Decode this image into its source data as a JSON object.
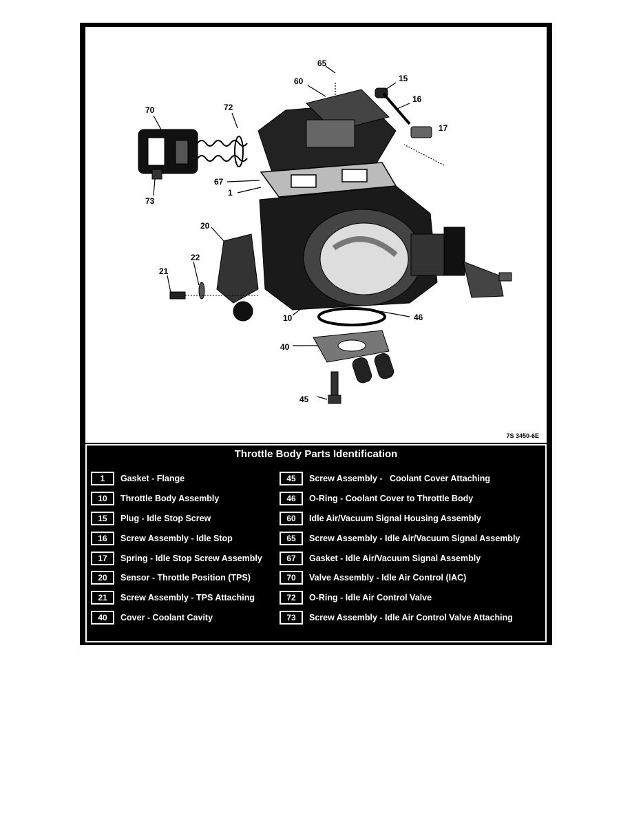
{
  "figure": {
    "code": "7S 3450-6E",
    "callouts": [
      "65",
      "15",
      "60",
      "16",
      "70",
      "72",
      "17",
      "67",
      "1",
      "73",
      "20",
      "22",
      "21",
      "46",
      "10",
      "40",
      "45"
    ]
  },
  "table": {
    "title": "Throttle Body Parts Identification",
    "left": [
      {
        "num": "1",
        "desc": "Gasket - Flange"
      },
      {
        "num": "10",
        "desc": "Throttle Body Assembly"
      },
      {
        "num": "15",
        "desc": "Plug - Idle Stop Screw"
      },
      {
        "num": "16",
        "desc": "Screw Assembly - Idle Stop"
      },
      {
        "num": "17",
        "desc": "Spring - Idle Stop Screw Assembly"
      },
      {
        "num": "20",
        "desc": "Sensor - Throttle Position (TPS)"
      },
      {
        "num": "21",
        "desc": "Screw Assembly - TPS Attaching"
      },
      {
        "num": "40",
        "desc": "Cover - Coolant Cavity"
      }
    ],
    "right": [
      {
        "num": "45",
        "desc": "Screw Assembly -   Coolant Cover Attaching"
      },
      {
        "num": "46",
        "desc": "O-Ring - Coolant Cover to Throttle Body"
      },
      {
        "num": "60",
        "desc": "Idle Air/Vacuum Signal Housing Assembly"
      },
      {
        "num": "65",
        "desc": "Screw Assembly - Idle Air/Vacuum Signal Assembly"
      },
      {
        "num": "67",
        "desc": "Gasket - Idle Air/Vacuum Signal Assembly"
      },
      {
        "num": "70",
        "desc": "Valve Assembly - Idle Air Control (IAC)"
      },
      {
        "num": "72",
        "desc": "O-Ring - Idle Air Control Valve"
      },
      {
        "num": "73",
        "desc": "Screw Assembly - Idle Air Control Valve Attaching"
      }
    ]
  }
}
